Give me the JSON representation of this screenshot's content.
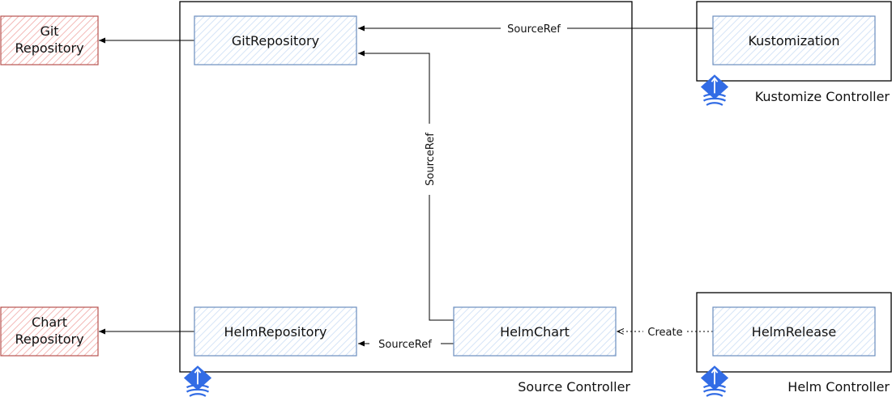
{
  "external": {
    "git_repository": [
      "Git",
      "Repository"
    ],
    "chart_repository": [
      "Chart",
      "Repository"
    ]
  },
  "source_controller": {
    "label": "Source Controller",
    "git_repository": "GitRepository",
    "helm_repository": "HelmRepository",
    "helm_chart": "HelmChart"
  },
  "kustomize_controller": {
    "label": "Kustomize Controller",
    "kustomization": "Kustomization"
  },
  "helm_controller": {
    "label": "Helm Controller",
    "helm_release": "HelmRelease"
  },
  "edges": {
    "kustomization_source_ref": "SourceRef",
    "helm_chart_source_ref_git": "SourceRef",
    "helm_chart_source_ref_helm": "SourceRef",
    "helm_release_create": "Create"
  },
  "colors": {
    "external_stroke": "#b85450",
    "external_fill": "#f8cecc",
    "resource_stroke": "#6c8ebf",
    "resource_fill": "#dae8fc",
    "container_stroke": "#000000",
    "icon_fill": "#326ce5"
  },
  "icons": {
    "source_controller_icon": "flux-icon",
    "kustomize_controller_icon": "flux-icon",
    "helm_controller_icon": "flux-icon"
  }
}
